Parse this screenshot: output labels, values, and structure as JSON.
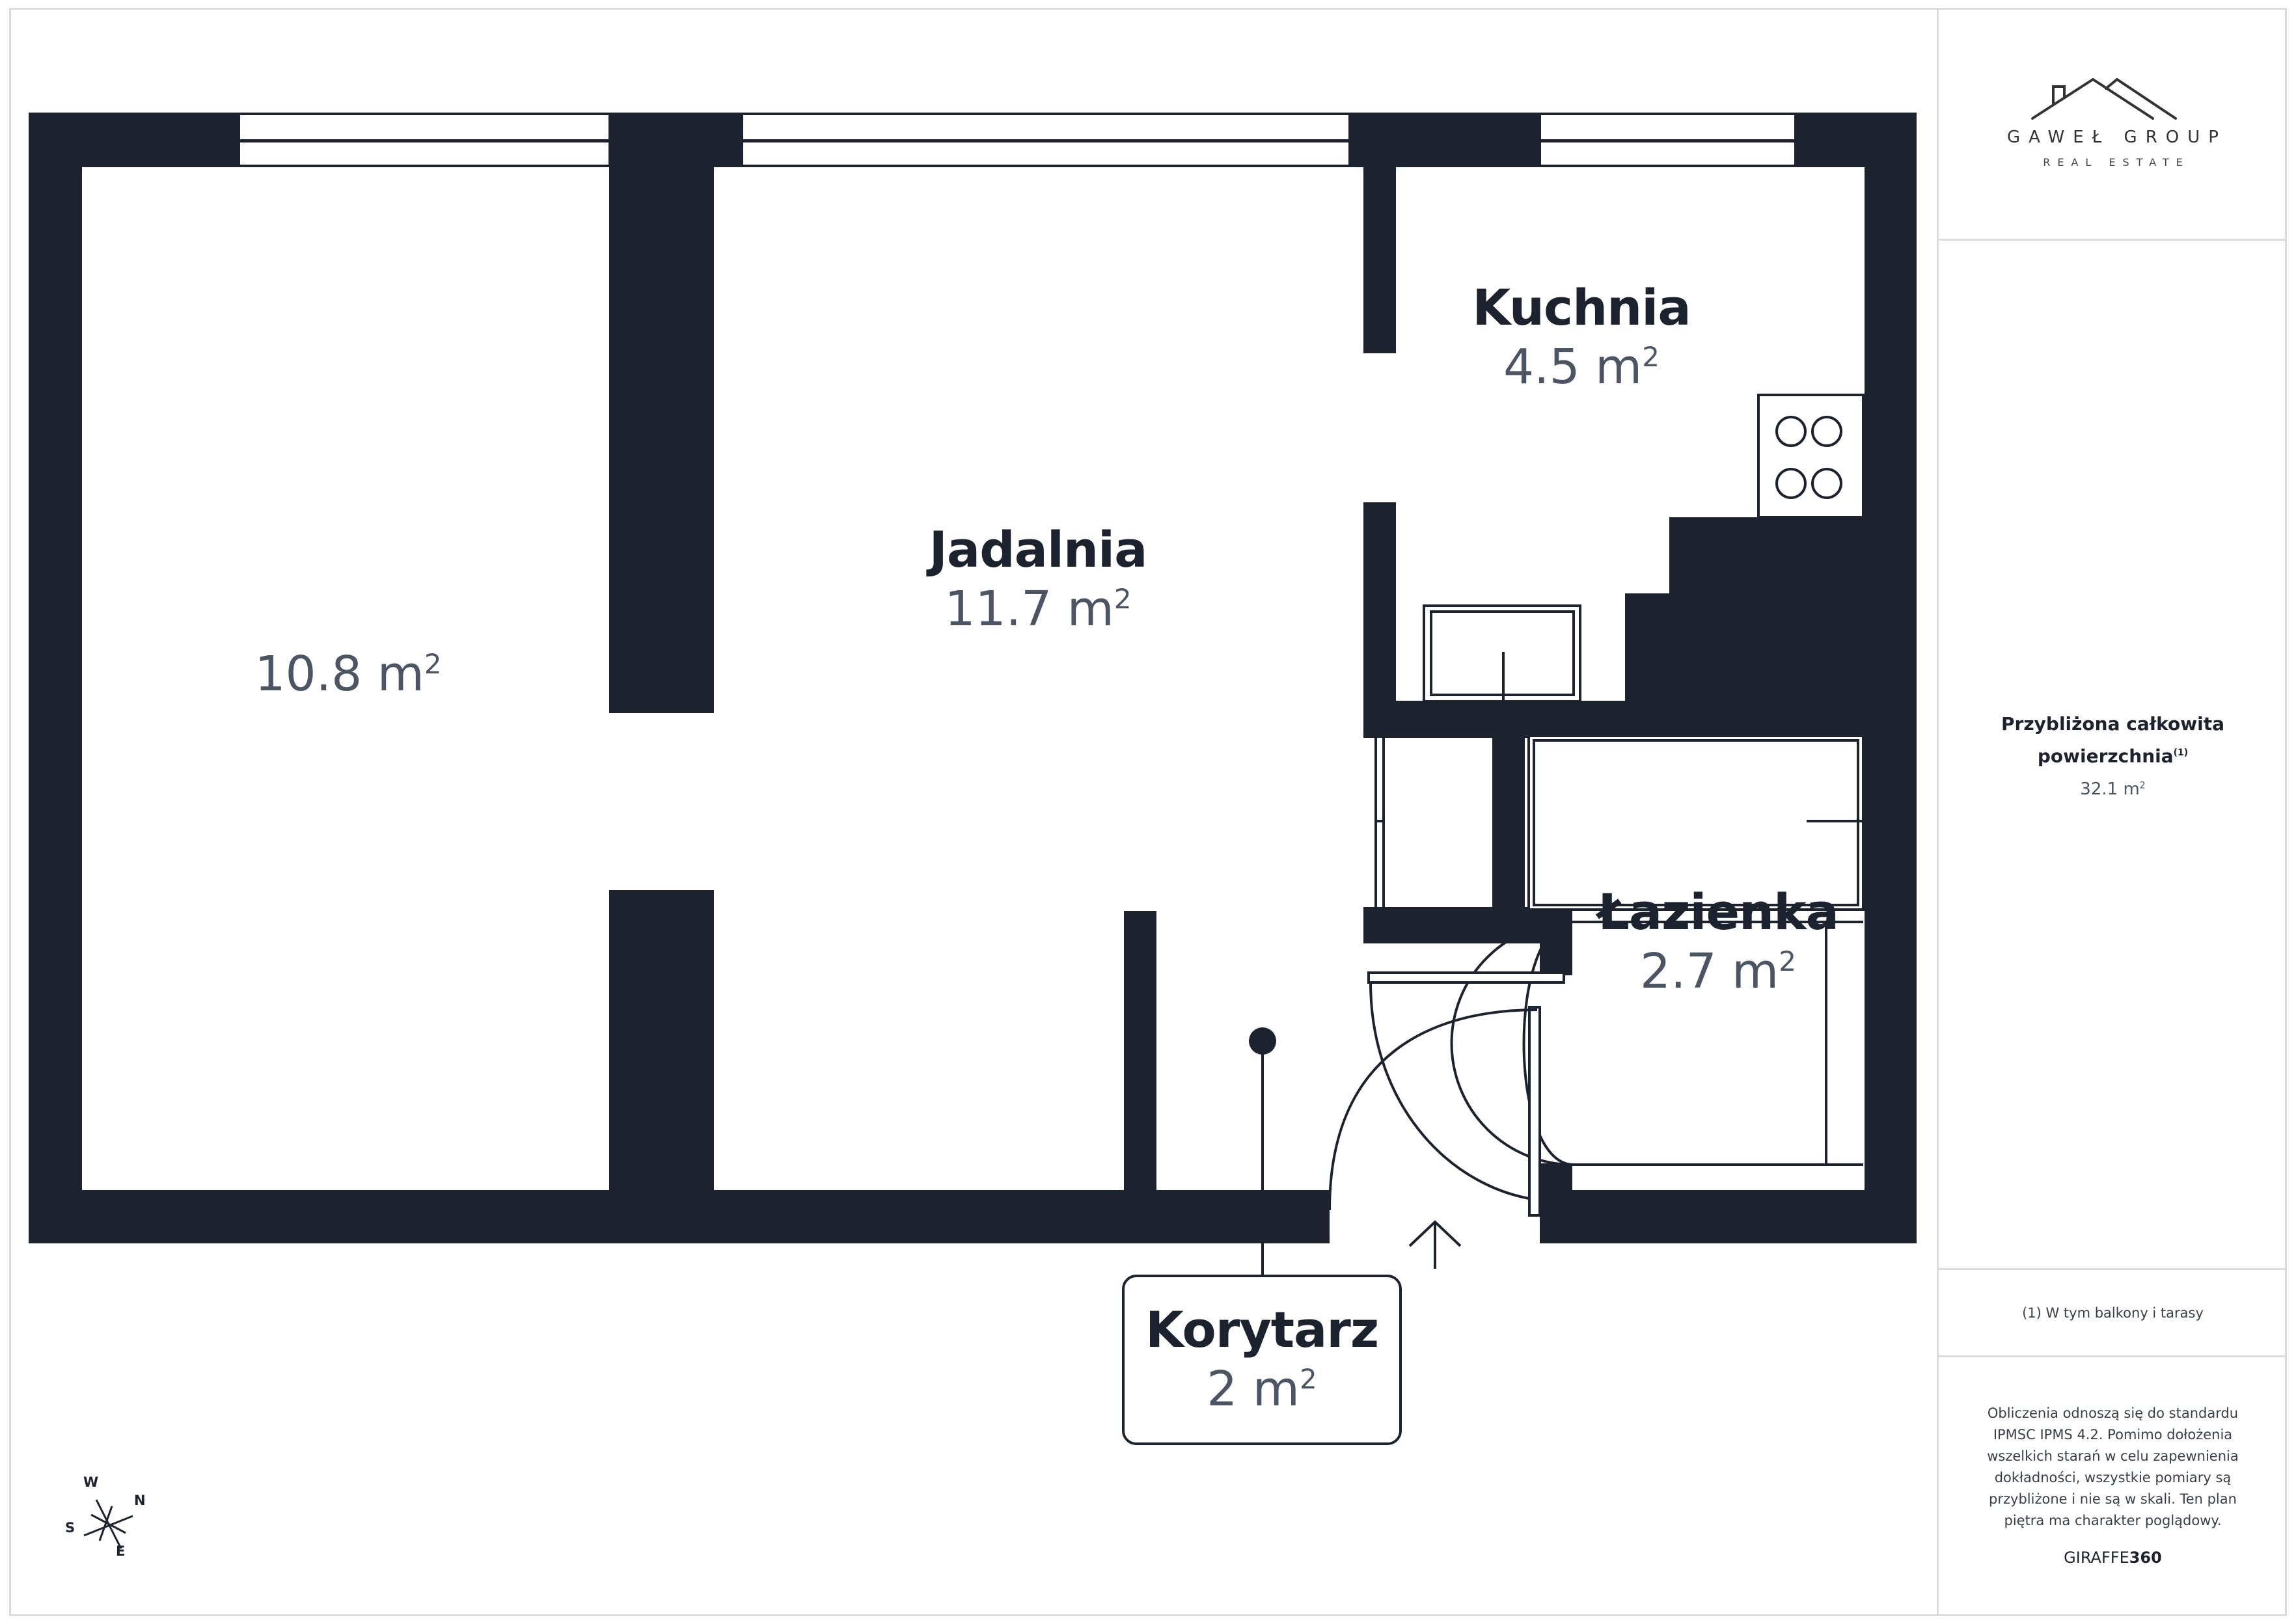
{
  "brand": {
    "logo_name": "GAWEŁ GROUP",
    "logo_sub": "REAL ESTATE",
    "logo_icon": "house-roof-icon"
  },
  "summary": {
    "title": "Przybliżona całkowita powierzchnia",
    "title_line1": "Przybliżona całkowita",
    "title_line2": "powierzchnia",
    "footnote_marker": "(1)",
    "total_area_value": "32.1 m",
    "total_area_unit_sup": "2"
  },
  "footnote": {
    "text": "(1) W tym balkony i tarasy"
  },
  "disclaimer": {
    "text": "Obliczenia odnoszą się do standardu IPMSC IPMS 4.2. Pomimo dołożenia wszelkich starań w celu zapewnienia dokładności, wszystkie pomiary są przybliżone i nie są w skali. Ten plan piętra ma charakter poglądowy.",
    "provider_light": "GIRAFFE",
    "provider_bold": "360"
  },
  "rooms": [
    {
      "id": "room-left",
      "name": "",
      "area": "10.8 m",
      "sup": "2"
    },
    {
      "id": "jadalnia",
      "name": "Jadalnia",
      "area": "11.7 m",
      "sup": "2"
    },
    {
      "id": "kuchnia",
      "name": "Kuchnia",
      "area": "4.5 m",
      "sup": "2"
    },
    {
      "id": "lazienka",
      "name": "Łazienka",
      "area": "2.7 m",
      "sup": "2"
    },
    {
      "id": "korytarz",
      "name": "Korytarz",
      "area": "2 m",
      "sup": "2"
    }
  ],
  "compass": {
    "labels": {
      "n": "N",
      "e": "E",
      "s": "S",
      "w": "W"
    }
  },
  "colors": {
    "wall": "#1c222e",
    "area_text": "#4b5563",
    "panel_border": "#dcdcdc"
  }
}
